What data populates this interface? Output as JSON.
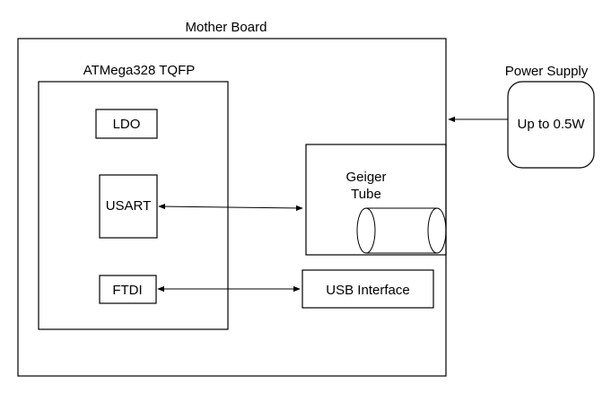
{
  "diagram": {
    "mother_board_label": "Mother Board",
    "mcu_label": "ATMega328 TQFP",
    "ldo_label": "LDO",
    "usart_label": "USART",
    "ftdi_label": "FTDI",
    "geiger_label_line1": "Geiger",
    "geiger_label_line2": "Tube",
    "usb_label": "USB Interface",
    "power_title": "Power Supply",
    "power_value": "Up to 0.5W"
  }
}
